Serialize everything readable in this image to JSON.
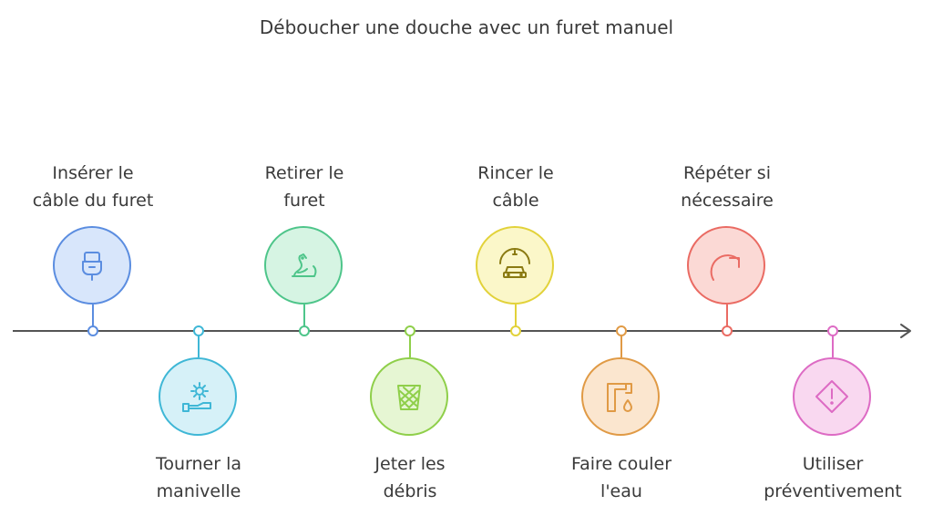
{
  "title": "Déboucher une douche avec un furet manuel",
  "steps": [
    {
      "label": "Insérer le\ncâble du furet",
      "icon": "plug-icon",
      "color": "#5b8de0",
      "fill": "#d8e6fb"
    },
    {
      "label": "Tourner la\nmanivelle",
      "icon": "gear-hand-icon",
      "color": "#3fb7d6",
      "fill": "#d6f1f8"
    },
    {
      "label": "Retirer le\nfuret",
      "icon": "snake-icon",
      "color": "#4ec58a",
      "fill": "#d6f4e3"
    },
    {
      "label": "Jeter les\ndébris",
      "icon": "trash-basket-icon",
      "color": "#8fcf4a",
      "fill": "#e6f6d3"
    },
    {
      "label": "Rincer le\ncâble",
      "icon": "car-wash-icon",
      "color": "#e2d23a",
      "fill": "#fbf7c9"
    },
    {
      "label": "Faire couler\nl'eau",
      "icon": "faucet-icon",
      "color": "#e09a45",
      "fill": "#fbe6cf"
    },
    {
      "label": "Répéter si\nnécessaire",
      "icon": "redo-arrow-icon",
      "color": "#ea6b63",
      "fill": "#fbd9d5"
    },
    {
      "label": "Utiliser\npréventivement",
      "icon": "warning-icon",
      "color": "#dd6bc4",
      "fill": "#f9d8f0"
    }
  ]
}
